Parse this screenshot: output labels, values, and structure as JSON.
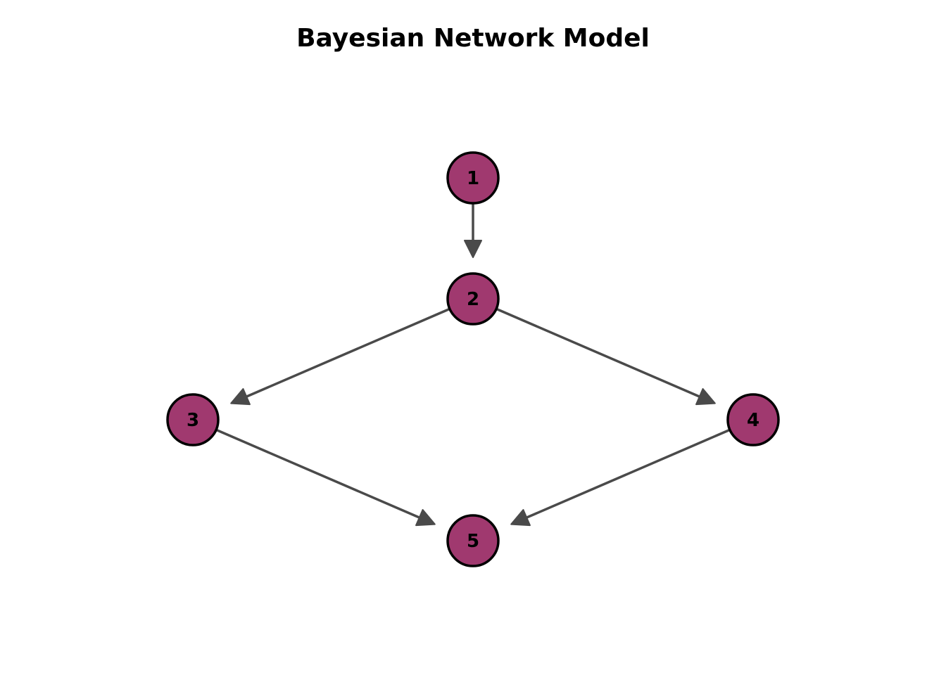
{
  "title": "Bayesian Network Model",
  "colors": {
    "node_fill": "#A0396F",
    "node_stroke": "#000000",
    "edge": "#4A4A4A",
    "label": "#000000"
  },
  "nodes": [
    {
      "id": "1",
      "label": "1"
    },
    {
      "id": "2",
      "label": "2"
    },
    {
      "id": "3",
      "label": "3"
    },
    {
      "id": "4",
      "label": "4"
    },
    {
      "id": "5",
      "label": "5"
    }
  ],
  "edges": [
    {
      "from": "1",
      "to": "2"
    },
    {
      "from": "2",
      "to": "3"
    },
    {
      "from": "2",
      "to": "4"
    },
    {
      "from": "3",
      "to": "5"
    },
    {
      "from": "4",
      "to": "5"
    }
  ]
}
